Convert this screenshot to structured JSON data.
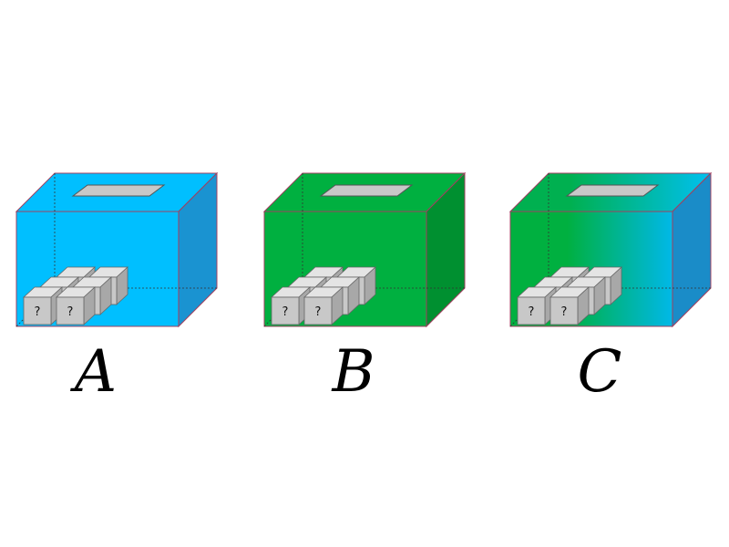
{
  "boxes": [
    {
      "label": "A",
      "front_color": "#00bfff",
      "top_color": "#00bfff",
      "side_color": "#1a93d1",
      "cubes": [
        {
          "text": "?"
        },
        {
          "text": "?"
        },
        {
          "text": "?"
        },
        {
          "text": "?"
        },
        {
          "text": "?"
        },
        {
          "text": "?"
        }
      ]
    },
    {
      "label": "B",
      "front_color": "#00b040",
      "top_color": "#00b040",
      "side_color": "#009030",
      "cubes": [
        {
          "text": "?"
        },
        {
          "text": "?"
        },
        {
          "text": "?"
        },
        {
          "text": "?"
        },
        {
          "text": "?"
        },
        {
          "text": "?"
        }
      ]
    },
    {
      "label": "C",
      "front_color": "#00b040",
      "front_color_end": "#00b8e8",
      "top_color": "#00b050",
      "top_color_end": "#00c0f0",
      "side_color": "#1a8cc8",
      "cubes": [
        {
          "text": "?"
        },
        {
          "text": "?"
        },
        {
          "text": "?"
        },
        {
          "text": "?"
        },
        {
          "text": "?"
        },
        {
          "text": "?"
        }
      ]
    }
  ]
}
